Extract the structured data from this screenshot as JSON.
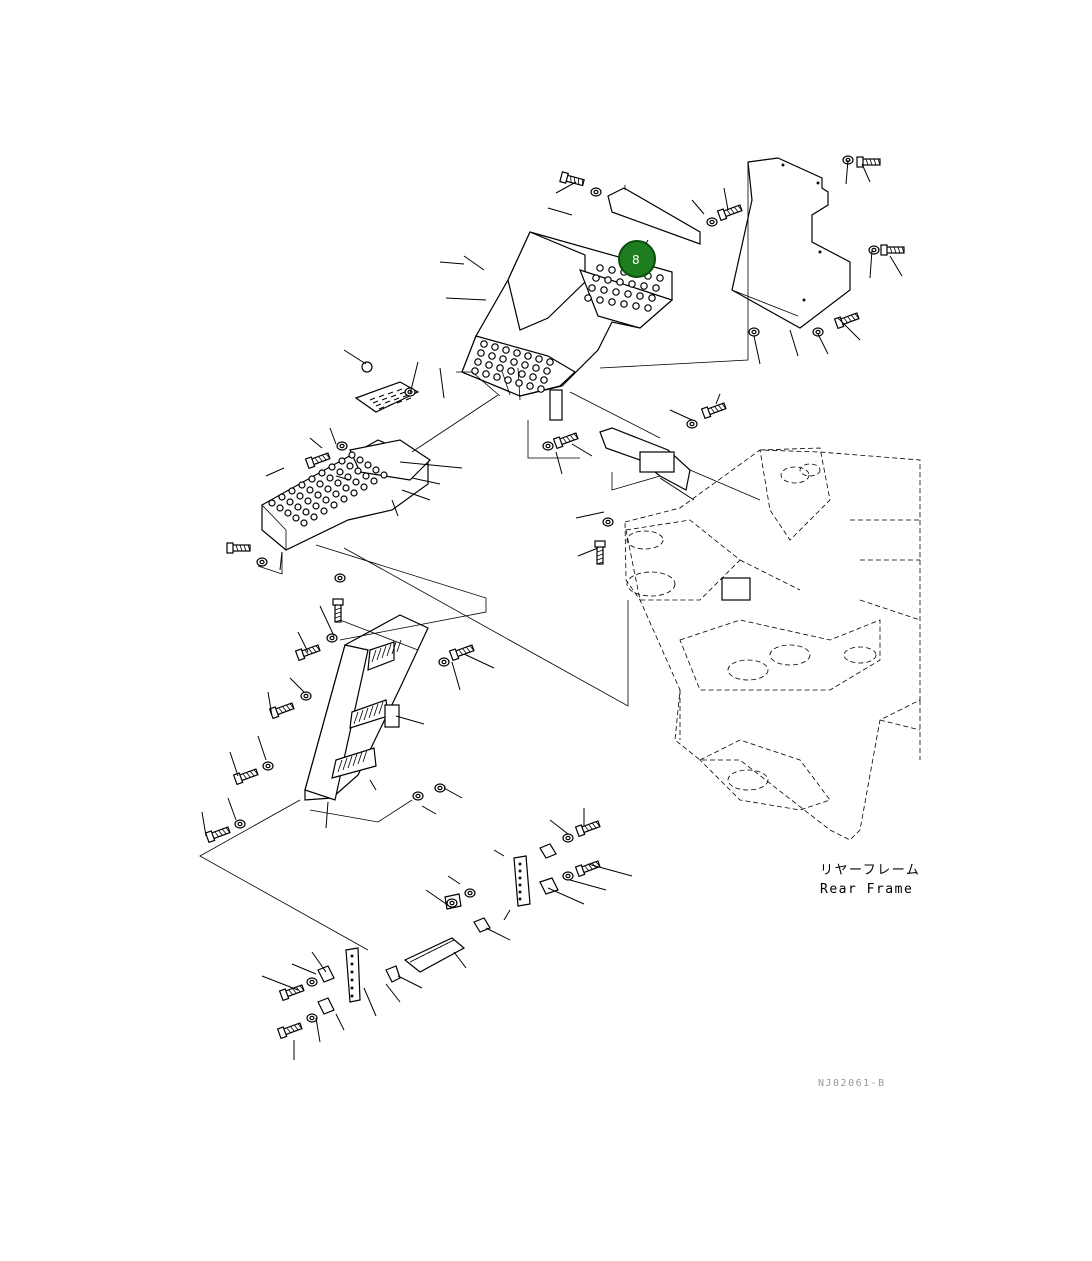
{
  "diagram": {
    "callout": {
      "label": "8",
      "color": "#1e7d1e"
    },
    "frame_label_jp": "リヤーフレーム",
    "frame_label_en": "Rear Frame",
    "drawing_number": "NJ02061-B"
  }
}
